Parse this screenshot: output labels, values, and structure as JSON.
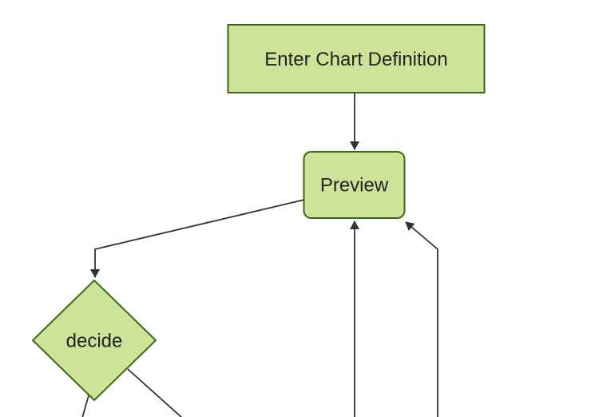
{
  "diagram": {
    "type": "flowchart",
    "direction": "top-down",
    "nodes": [
      {
        "id": "enter-chart-definition",
        "label": "Enter Chart Definition",
        "shape": "rectangle"
      },
      {
        "id": "preview",
        "label": "Preview",
        "shape": "rounded-rectangle"
      },
      {
        "id": "decide",
        "label": "decide",
        "shape": "diamond"
      }
    ],
    "edges": [
      {
        "from": "Enter Chart Definition",
        "to": "Preview",
        "arrowhead": true
      },
      {
        "from": "Preview",
        "to": "decide",
        "arrowhead": true
      },
      {
        "from": "offscreen-bottom",
        "to": "Preview",
        "arrowhead": true
      },
      {
        "from": "offscreen-bottom",
        "to": "Preview",
        "arrowhead": true
      },
      {
        "from": "decide",
        "to": "offscreen-bottom-left",
        "arrowhead": false
      },
      {
        "from": "decide",
        "to": "offscreen-bottom-right",
        "arrowhead": false
      }
    ]
  },
  "colors": {
    "background": "#ffffff",
    "node_fill": "#cde498",
    "node_border": "#356a1c",
    "edge": "#333333",
    "text": "#222222"
  }
}
